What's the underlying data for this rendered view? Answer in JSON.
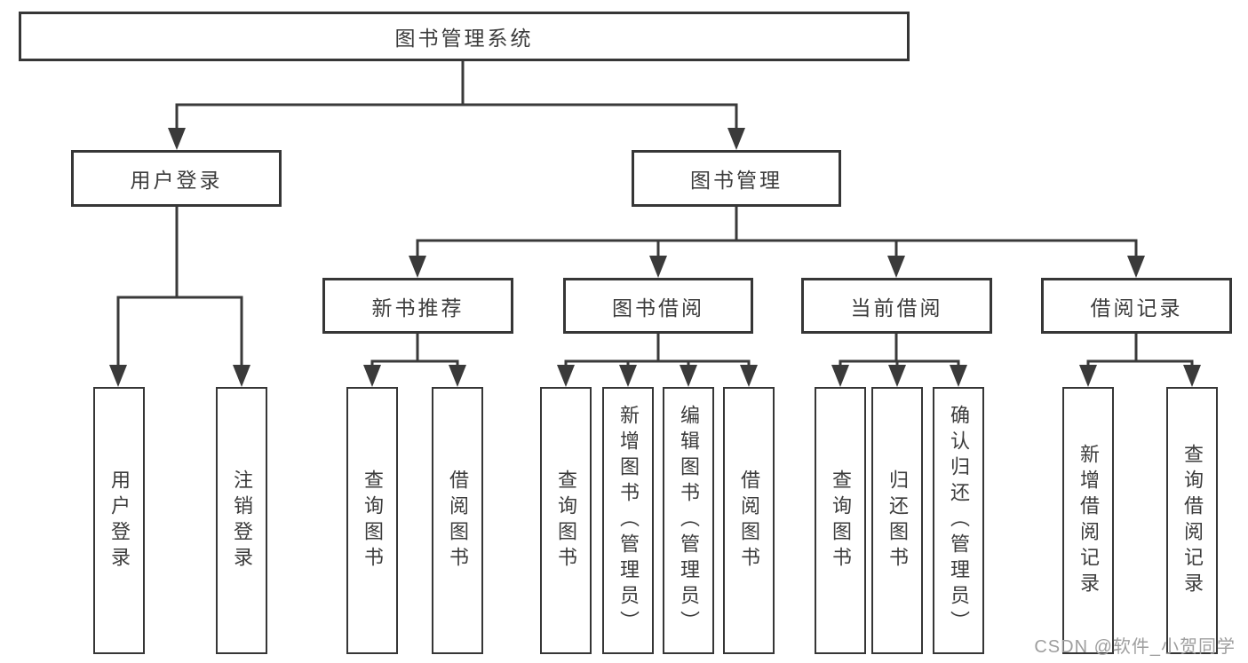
{
  "colors": {
    "line": "#3a3a3a",
    "box_border": "#363636",
    "text": "#3c3c3c",
    "watermark": "#9e9e9e",
    "background": "#ffffff"
  },
  "diagram": {
    "root": {
      "label": "图书管理系统"
    },
    "user_login": {
      "label": "用户登录",
      "children": [
        "用户登录",
        "注销登录"
      ]
    },
    "book_mgmt": {
      "label": "图书管理",
      "sections": [
        {
          "label": "新书推荐",
          "children": [
            "查询图书",
            "借阅图书"
          ]
        },
        {
          "label": "图书借阅",
          "children": [
            "查询图书",
            "新增图书（管理员）",
            "编辑图书（管理员）",
            "借阅图书"
          ]
        },
        {
          "label": "当前借阅",
          "children": [
            "查询图书",
            "归还图书",
            "确认归还（管理员）"
          ]
        },
        {
          "label": "借阅记录",
          "children": [
            "新增借阅记录",
            "查询借阅记录"
          ]
        }
      ]
    }
  },
  "watermark": {
    "text": "CSDN @软件_小贺同学"
  }
}
